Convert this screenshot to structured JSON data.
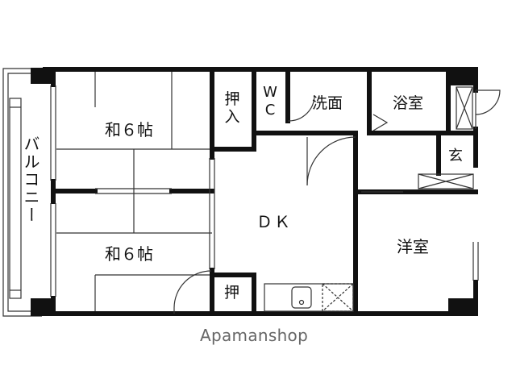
{
  "rooms": {
    "washitsu_top": "和６帖",
    "washitsu_bottom": "和６帖",
    "oshiire_top": "押入",
    "oshiire_bottom": "押",
    "wc": "WC",
    "senmen": "洗面",
    "yokushitsu": "浴室",
    "genkan": "玄",
    "dk": "ＤＫ",
    "youshitsu": "洋室",
    "balcony": "バルコニー"
  },
  "brand": "Apamanshop"
}
